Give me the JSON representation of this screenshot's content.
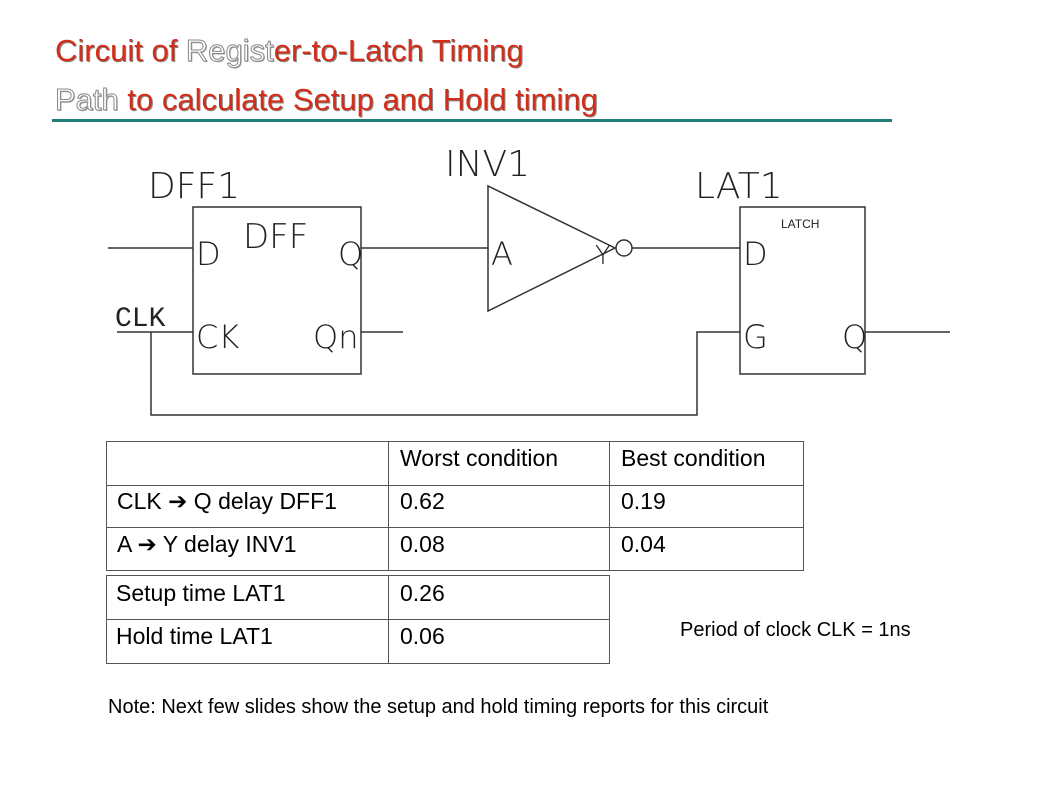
{
  "title": {
    "line1_a": "Circuit of ",
    "line1_b": "Regist",
    "line1_c": "er-to-Latch Timing",
    "line2_a": "Path ",
    "line2_b": "to calculate Setup and Hold timing"
  },
  "diagram": {
    "dff_name": "DFF1",
    "dff_type": "DFF",
    "dff_d": "D",
    "dff_q": "Q",
    "dff_ck": "CK",
    "dff_qn": "Qn",
    "clk": "CLK",
    "inv_name": "INV1",
    "inv_a": "A",
    "inv_y": "Y",
    "lat_name": "LAT1",
    "lat_type": "LATCH",
    "lat_d": "D",
    "lat_g": "G",
    "lat_q": "Q"
  },
  "table1": {
    "headers": [
      "",
      "Worst condition",
      "Best condition"
    ],
    "rows": [
      [
        "CLK ➔ Q delay DFF1",
        "0.62",
        "0.19"
      ],
      [
        "A ➔ Y delay INV1",
        "0.08",
        "0.04"
      ]
    ]
  },
  "table2": {
    "rows": [
      [
        "Setup time LAT1",
        "0.26"
      ],
      [
        "Hold time LAT1",
        "0.06"
      ]
    ]
  },
  "period": "Period of clock CLK = 1ns",
  "note": "Note: Next few slides show the setup and hold timing reports  for this circuit"
}
